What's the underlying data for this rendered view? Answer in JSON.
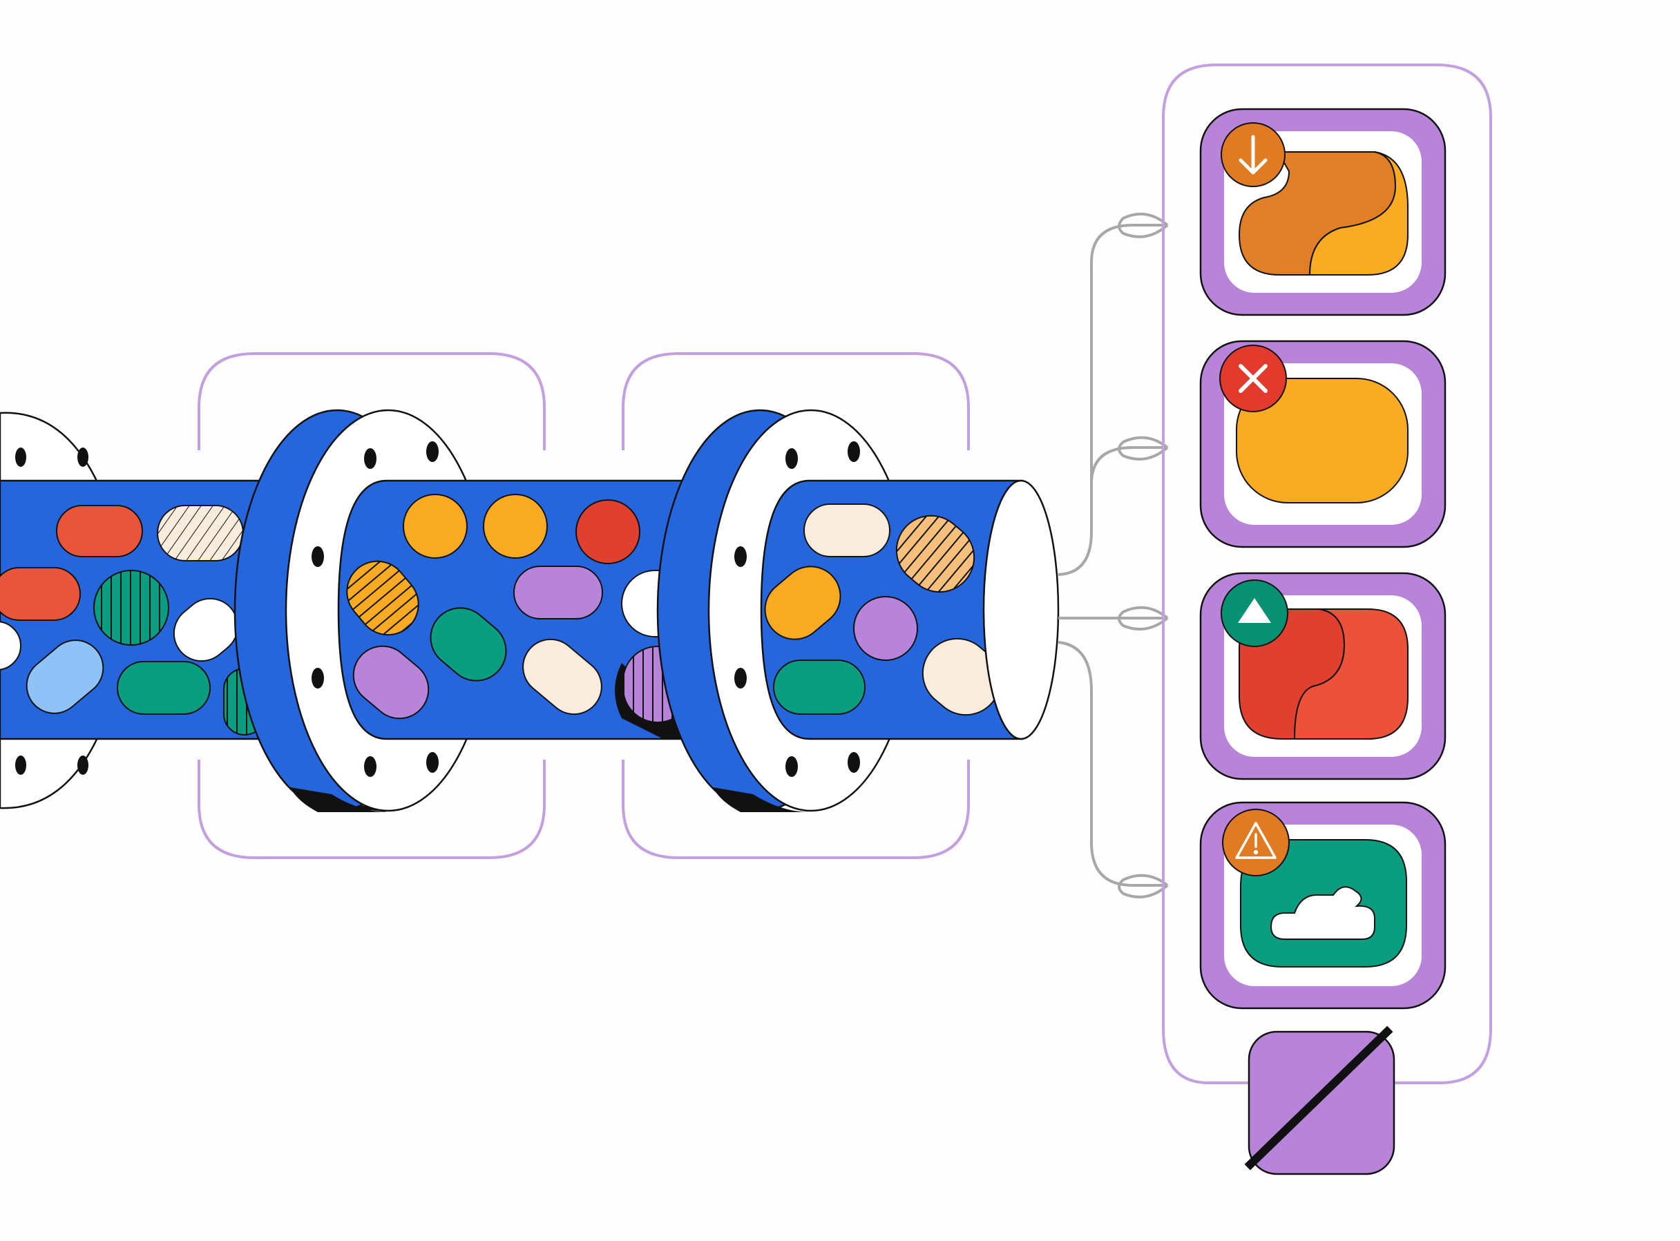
{
  "colors": {
    "background": "#fefefe",
    "pipe_blue": "#2566dd",
    "flange_white": "#ffffff",
    "outline": "#111111",
    "frame_lilac": "#b88ad8",
    "connector_gray": "#a7a7a7",
    "pill_orange_red": "#e9553a",
    "pill_amber": "#f8aa22",
    "pill_red": "#e0402f",
    "pill_purple": "#b784d9",
    "pill_green": "#0a9d80",
    "pill_cream": "#f9ecdd",
    "pill_light_blue": "#8fc2f7",
    "pill_peach": "#f6c07c",
    "badge_orange": "#e07b24",
    "badge_red": "#e23a2d",
    "badge_green": "#079172"
  },
  "pipeline": {
    "segments": 3,
    "flanges": 3
  },
  "output_panel": {
    "tiles": [
      {
        "name": "download",
        "badge_icon": "down-arrow-icon",
        "badge_color": "#e07b24",
        "blob_colors": [
          "#e07f27",
          "#f9ab23"
        ],
        "state": "split"
      },
      {
        "name": "rejected",
        "badge_icon": "close-x-icon",
        "badge_color": "#e23a2d",
        "blob_colors": [
          "#f9ab23"
        ],
        "state": "solid"
      },
      {
        "name": "approved",
        "badge_icon": "triangle-up-icon",
        "badge_color": "#079172",
        "blob_colors": [
          "#e0402f",
          "#eb5239"
        ],
        "state": "split"
      },
      {
        "name": "warning",
        "badge_icon": "warning-triangle-icon",
        "badge_color": "#e07b24",
        "blob_colors": [
          "#0a9d80"
        ],
        "state": "hollow"
      }
    ],
    "discard_icon": "slashed-square-icon"
  }
}
